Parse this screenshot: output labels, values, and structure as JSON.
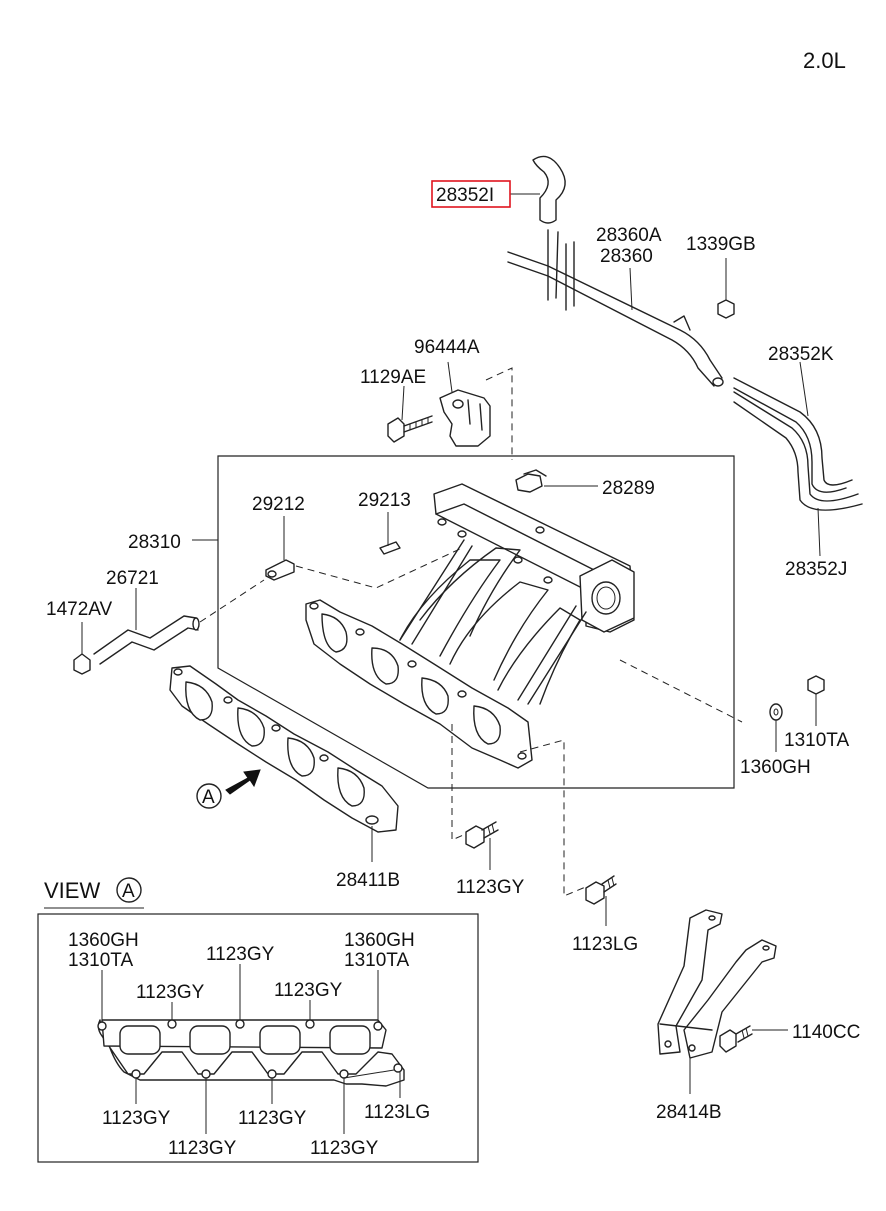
{
  "engine_label": "2.0L",
  "highlighted_part": "28352I",
  "parts": {
    "p28352I": "28352I",
    "p28360A": "28360A",
    "p28360": "28360",
    "p1339GB": "1339GB",
    "p96444A": "96444A",
    "p1129AE": "1129AE",
    "p28352K": "28352K",
    "p28289": "28289",
    "p29212": "29212",
    "p29213": "29213",
    "p28310": "28310",
    "p26721": "26721",
    "p1472AV": "1472AV",
    "p28352J": "28352J",
    "p1310TA": "1310TA",
    "p1360GH": "1360GH",
    "p28411B": "28411B",
    "p1123GY": "1123GY",
    "p1123LG": "1123LG",
    "p1140CC": "1140CC",
    "p28414B": "28414B"
  },
  "callout_marker": "A",
  "view": {
    "title": "VIEW",
    "marker": "A",
    "labels": {
      "tl_1360GH": "1360GH",
      "tl_1310TA": "1310TA",
      "tr_1360GH": "1360GH",
      "tr_1310TA": "1310TA",
      "top_1123GY_mid": "1123GY",
      "top_1123GY_left": "1123GY",
      "top_1123GY_right": "1123GY",
      "bot_1123GY_1": "1123GY",
      "bot_1123GY_2": "1123GY",
      "bot_1123GY_3": "1123GY",
      "bot_1123GY_4": "1123GY",
      "bot_1123LG": "1123LG"
    }
  }
}
